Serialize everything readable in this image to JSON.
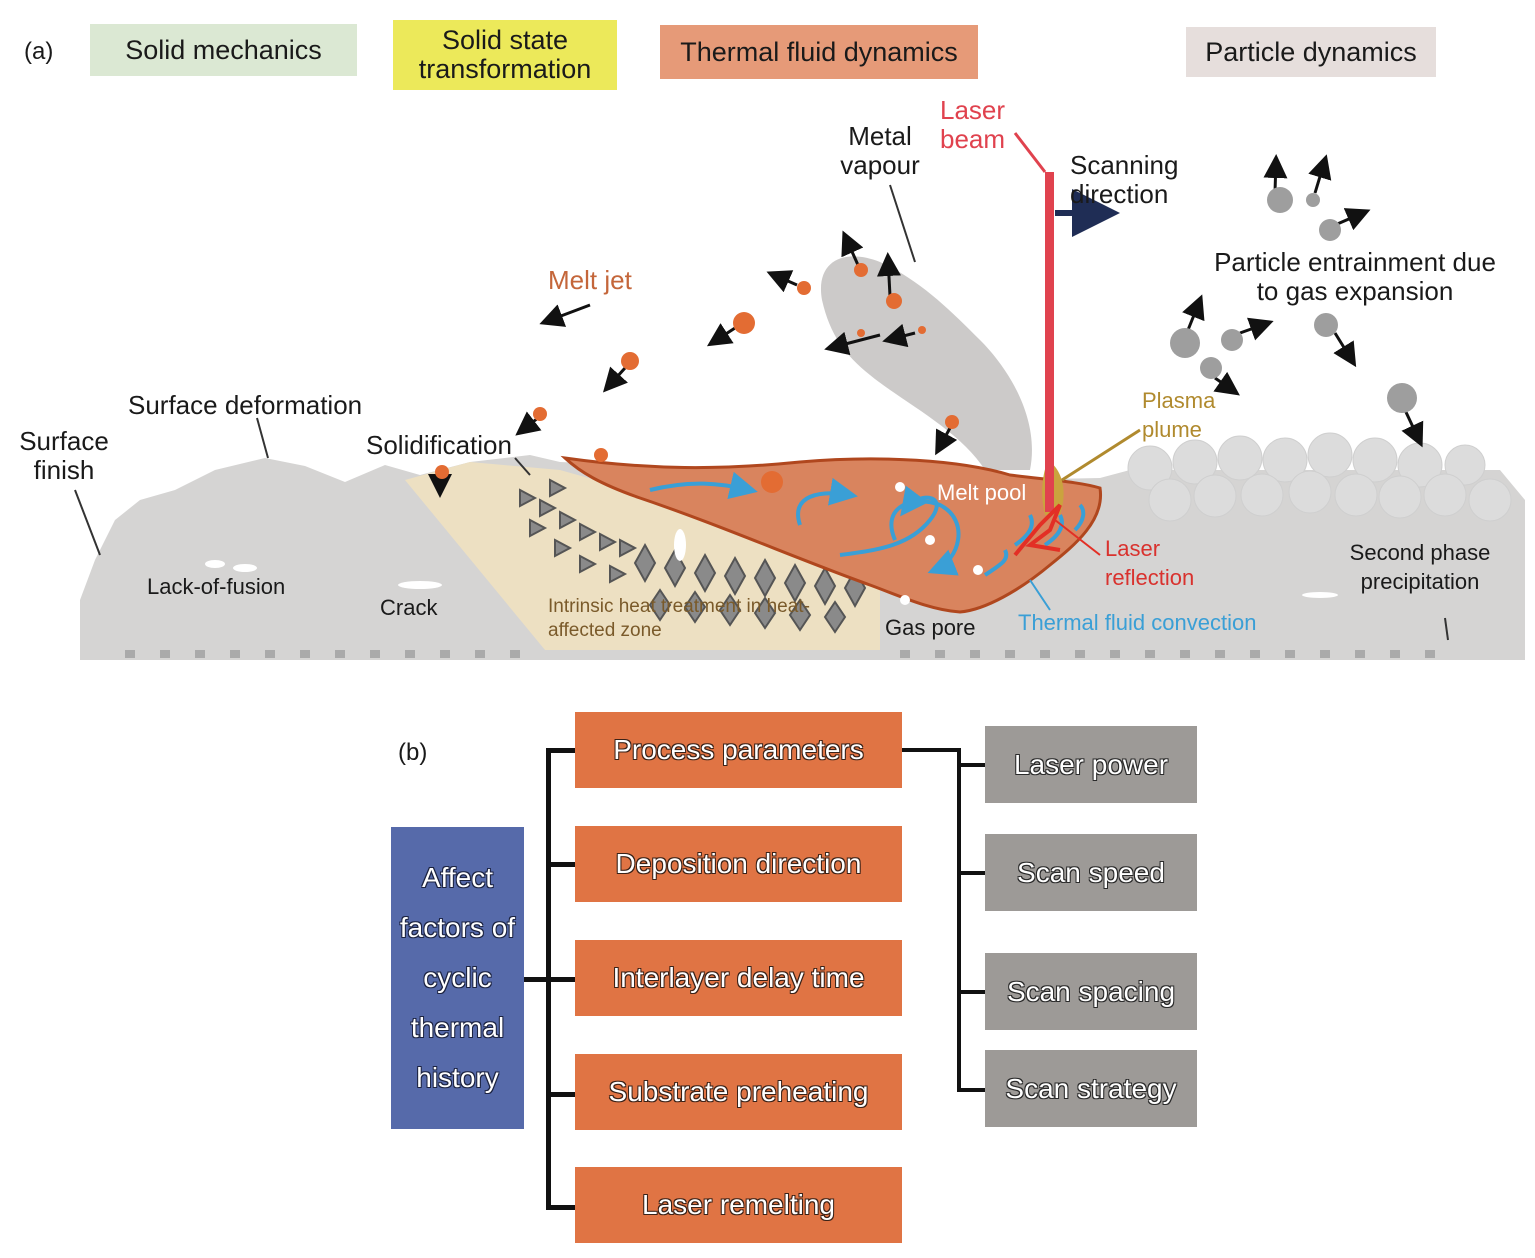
{
  "panel_a": {
    "panel_label": "(a)",
    "categories": {
      "solid_mechanics": "Solid mechanics",
      "solid_state_transformation": "Solid state transformation",
      "thermal_fluid_dynamics": "Thermal fluid dynamics",
      "particle_dynamics": "Particle dynamics"
    },
    "labels": {
      "laser_beam": "Laser beam",
      "metal_vapour": "Metal vapour",
      "scanning_direction": "Scanning direction",
      "particle_entrainment": "Particle entrainment due to gas expansion",
      "melt_jet": "Melt jet",
      "surface_deformation": "Surface deformation",
      "surface_finish": "Surface finish",
      "solidification": "Solidification",
      "plasma_plume": "Plasma plume",
      "melt_pool": "Melt pool",
      "laser_reflection": "Laser reflection",
      "second_phase_precipitation": "Second phase precipitation",
      "lack_of_fusion": "Lack-of-fusion",
      "crack": "Crack",
      "intrinsic_heat_treatment": "Intrinsic heat treatment in heat-affected zone",
      "gas_pore": "Gas pore",
      "thermal_fluid_convection": "Thermal fluid convection"
    },
    "colors": {
      "solid_mechanics_bg": "#dbe8d3",
      "solid_state_bg": "#ece95a",
      "thermal_fluid_bg": "#e69a78",
      "particle_dynamics_bg": "#e6dedc",
      "laser": "#e0424e",
      "melt_jet_text": "#c4663a",
      "plasma_text": "#b08a2e",
      "laser_reflection_text": "#d9322e",
      "convection_text": "#3a9fd6",
      "haz_text": "#7a5a2a",
      "melt_pool_fill": "#d9845e",
      "substrate": "#d5d4d3"
    }
  },
  "panel_b": {
    "panel_label": "(b)",
    "root": "Affect factors of cyclic thermal history",
    "factors": [
      "Process parameters",
      "Deposition direction",
      "Interlayer delay time",
      "Substrate preheating",
      "Laser remelting"
    ],
    "process_parameters": [
      "Laser power",
      "Scan speed",
      "Scan spacing",
      "Scan strategy"
    ],
    "colors": {
      "factor_box": "#e07444",
      "parameter_box": "#9d9a97",
      "root_box": "#566aaa"
    }
  }
}
